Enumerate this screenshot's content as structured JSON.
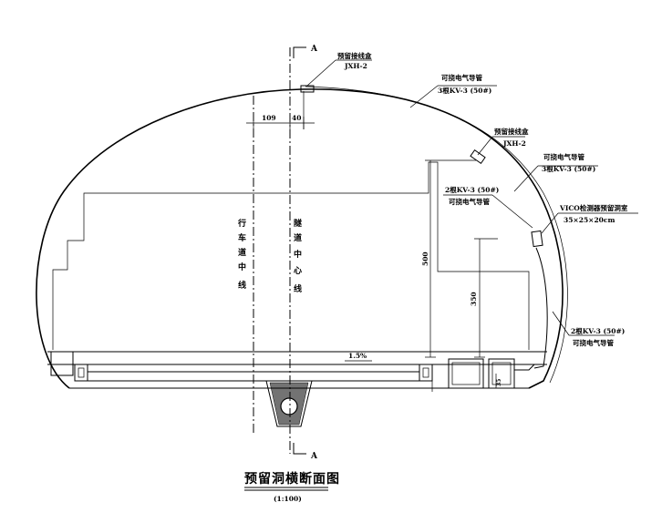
{
  "title": {
    "main": "预留洞横断面图",
    "scale": "(1:100)"
  },
  "section_marks": {
    "top": "A",
    "bottom": "A"
  },
  "centerlines": {
    "lane": [
      "行",
      "车",
      "道",
      "中",
      "线"
    ],
    "tunnel": [
      "隧",
      "道",
      "中",
      "心",
      "线"
    ]
  },
  "dimensions": {
    "offset_left": "109",
    "offset_right": "40",
    "height_upper": "500",
    "height_lower": "350",
    "small": "35",
    "slope": "1.5%"
  },
  "annotations": {
    "junction_box_1": {
      "line1": "预留接线盒",
      "line2": "JXH-2"
    },
    "conduit_1": {
      "line1": "可挠电气导管",
      "line2": "3根KV-3 (50#)"
    },
    "junction_box_2": {
      "line1": "预留接线盒",
      "line2": "JXH-2"
    },
    "conduit_2": {
      "line1": "可挠电气导管",
      "line2": "3根KV-3 (50#)"
    },
    "conduit_3": {
      "line1": "2根KV-3 (50#)",
      "line2": "可挠电气导管"
    },
    "detector_recess": {
      "line1": "VICO检测器预留洞室",
      "line2": "35×25×20cm"
    },
    "conduit_4": {
      "line1": "2根KV-3 (50#)",
      "line2": "可挠电气导管"
    }
  }
}
